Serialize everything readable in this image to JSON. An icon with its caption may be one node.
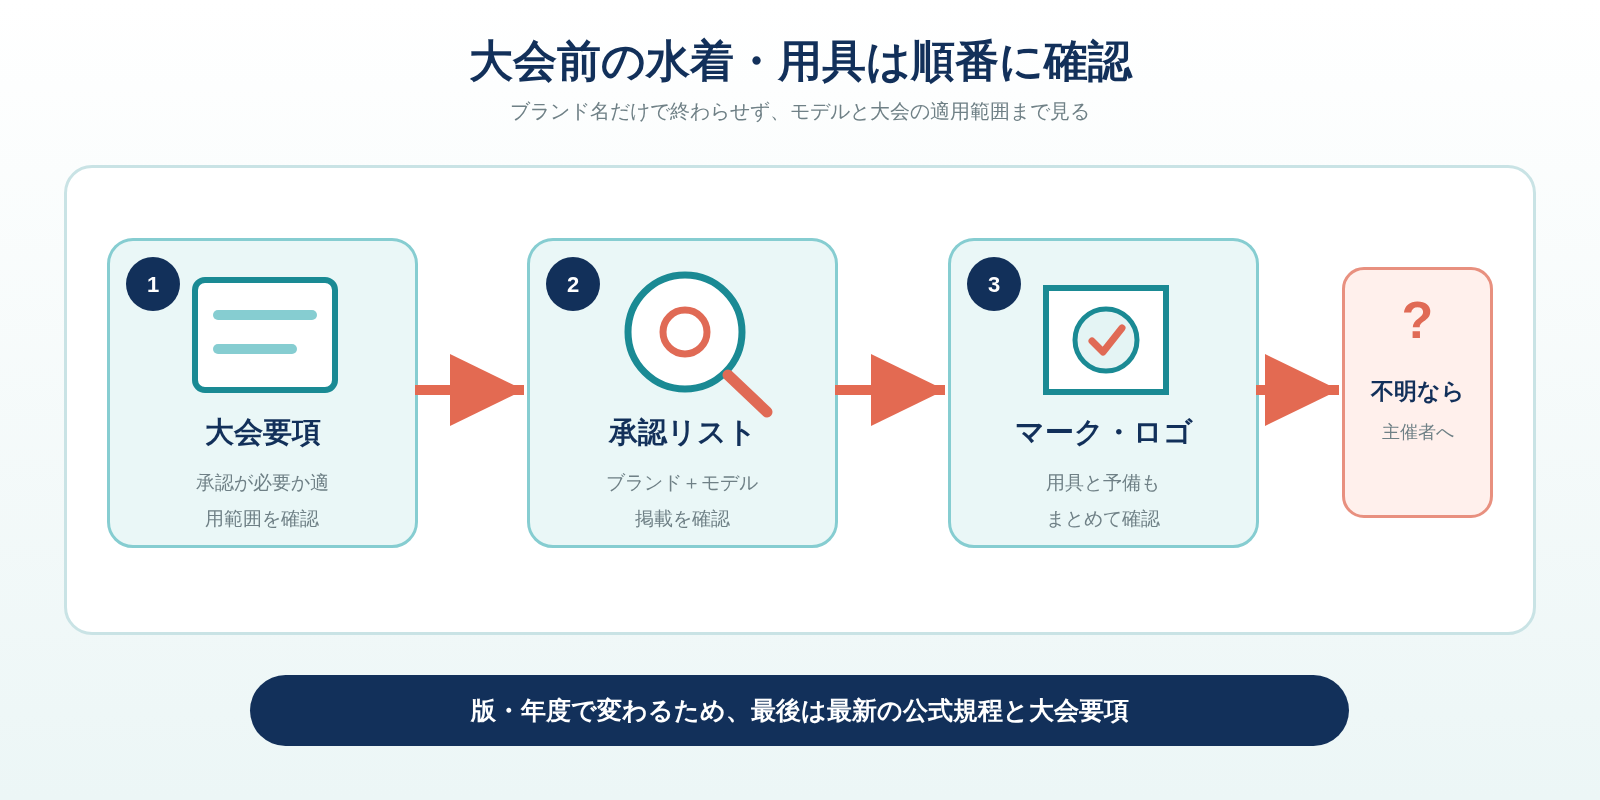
{
  "diagram": {
    "title": "大会前の水着・用具は順番に確認",
    "nodes": [
      {
        "text": [],
        "shape": "box"
      },
      {
        "text": [
          "1",
          "大会要項",
          "承認が必要か適用範囲を確認"
        ],
        "in": 0
      },
      {
        "text": [
          "2",
          "承認リスト",
          "ブランド＋モデル掲載を確認"
        ],
        "in": 0
      },
      {
        "text": [
          "3",
          "マーク・ロゴ",
          "用具と予備もまとめて確認"
        ],
        "in": 0
      },
      {
        "text": [
          "?",
          "不明なら",
          "主催者へ"
        ],
        "in": 0
      },
      {
        "text": [
          "版・年度で変わるため、最後は最新の公式規程と大会要項"
        ]
      }
    ],
    "edges": [
      {
        "from": 1,
        "to": 2,
        "arrow": "to"
      },
      {
        "from": 2,
        "to": 3,
        "arrow": "to"
      },
      {
        "from": 3,
        "to": 4,
        "arrow": "to"
      }
    ],
    "labels": [
      "ブランド名だけで終わらせず、モデルと大会の適用範囲まで見る"
    ]
  }
}
